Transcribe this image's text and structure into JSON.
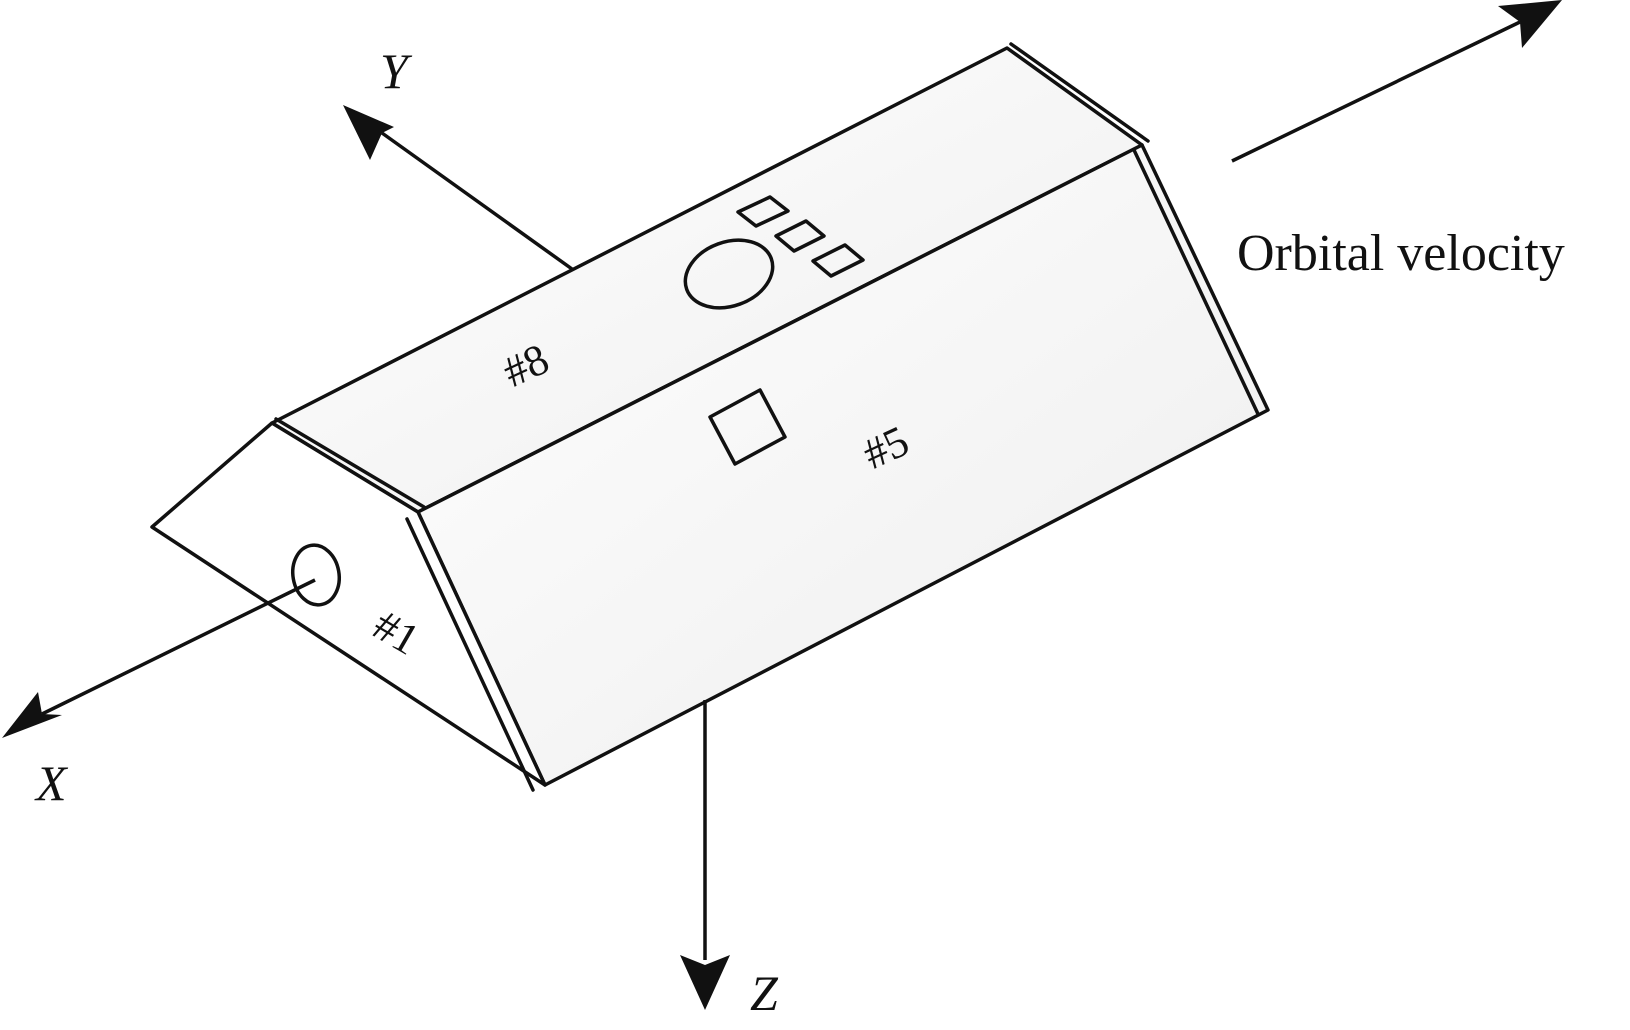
{
  "axes": {
    "x_label": "X",
    "y_label": "Y",
    "z_label": "Z"
  },
  "faces": {
    "front_label": "#1",
    "side_label": "#5",
    "top_label": "#8"
  },
  "velocity": {
    "label": "Orbital velocity"
  },
  "colors": {
    "line": "#111111",
    "face_fill": "#f4f4f4"
  }
}
